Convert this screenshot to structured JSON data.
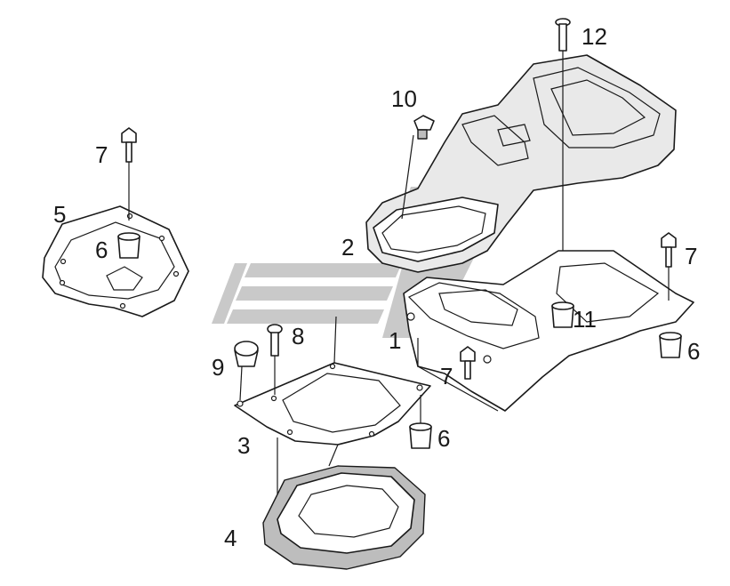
{
  "diagram": {
    "callouts": [
      "1",
      "2",
      "3",
      "4",
      "5",
      "6",
      "7",
      "8",
      "9",
      "10",
      "11",
      "12"
    ],
    "colors": {
      "line": "#1a1a1a",
      "watermark": "#c9c9c9",
      "shade": "#e9e9e9",
      "background": "#ffffff"
    }
  }
}
